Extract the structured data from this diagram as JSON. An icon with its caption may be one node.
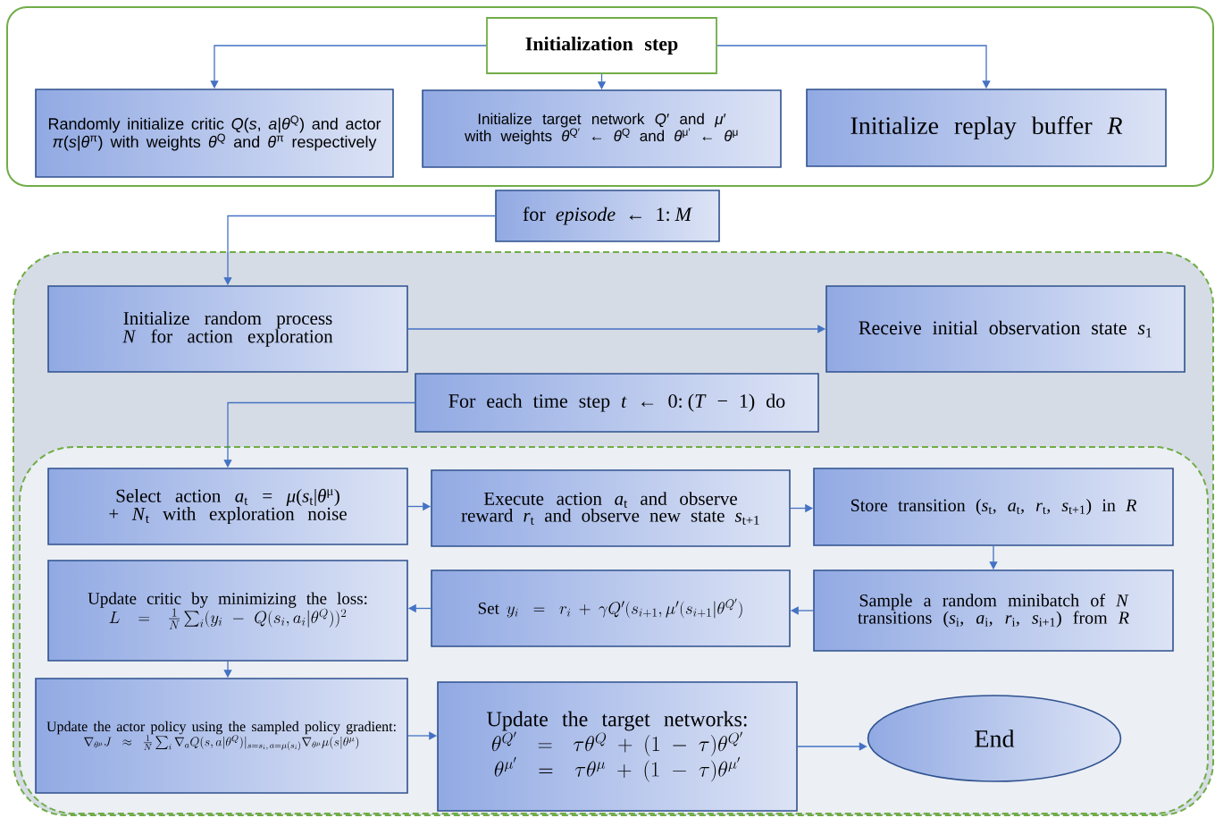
{
  "diagram": {
    "nodes": [
      {
        "text": [],
        "shape": "box"
      },
      {
        "text": [
          "Initialization step"
        ],
        "in": 0
      },
      {
        "text": [
          "Randomly initialize critic *Q*(*s*, *a*|*θ*$^{Q}$) and actor *π*(*s*|*θ*$^{π}$) with weights *θ*$^{Q}$ and *θ*$^{π}$ respectively"
        ],
        "in": 0
      },
      {
        "text": [
          "Initialize target network *Q*′ and *μ*′ with weights *θ*$^{Q′}$ ← *θ*$^{Q}$ and *θ*$^{μ′}$ ← *θ*$^{μ}$"
        ],
        "in": 0
      },
      {
        "text": [
          "Initialize replay buffer *R*"
        ],
        "in": 0
      },
      {
        "text": [
          "for *episode* ← 1: *M*"
        ]
      },
      {
        "text": [],
        "shape": "box"
      },
      {
        "text": [
          "Initialize random process *N* for action exploration"
        ],
        "in": 6
      },
      {
        "text": [
          "Receive initial observation state *s*$_{1}$"
        ],
        "in": 6
      },
      {
        "text": [
          "For each time step  *t* ← 0: (*T* − 1) do"
        ],
        "in": 6
      },
      {
        "text": [],
        "shape": "box",
        "in": 6
      },
      {
        "text": [
          "Select action *a*$_{t}$ = *μ*(*s*$_{t}$|*θ*$^{μ}$) + *N*$_{t}$ with exploration noise"
        ],
        "in": 10
      },
      {
        "text": [
          "Execute action *a*$_{t}$ and observe reward *r*$_{t}$ and observe new state *s*$_{t+1}$"
        ],
        "in": 10
      },
      {
        "text": [
          "Store transition (*s*$_{t}$, *a*$_{t}$, *r*$_{t}$, *s*$_{t+1}$) in *R*"
        ],
        "in": 10
      },
      {
        "text": [
          "Update critic by minimizing the loss:",
          "L = \\frac{1}{N}\\sum_i (y_i - Q(s_i,a_i|\\theta^{Q}))^2"
        ],
        "in": 10
      },
      {
        "text": [
          "\\text{Set } y_i = r_i + \\gamma Q'(s_{i+1},\\mu'(s_{i+1}|\\theta^{Q'})"
        ],
        "in": 10
      },
      {
        "text": [
          "Sample a random minibatch of *N* transitions (*s*$_{i}$, *a*$_{i}$, *r*$_{i}$, *s*$_{i+1}$) from *R*"
        ],
        "in": 10
      },
      {
        "text": [
          "Update the actor policy using the sampled policy gradient:",
          "\\nabla_{\\theta^{\\mu}} J \\approx \\frac{1}{N}\\sum_i \\nabla_a Q(s,a|\\theta^{Q})|_{s=s_i,\\, a=\\mu(s_i)} \\nabla_{\\theta^{\\mu}} \\mu(s|\\theta^{\\mu})"
        ],
        "in": 10
      },
      {
        "text": [
          "Update the target networks:",
          "\\theta^{Q'} = \\tau\\theta^{Q} + (1-\\tau)\\theta^{Q'}",
          "\\theta^{\\mu'} = \\tau\\theta^{\\mu} + (1-\\tau)\\theta^{\\mu'}"
        ],
        "in": 10
      },
      {
        "text": [
          "End"
        ],
        "in": 10
      }
    ],
    "edges": [
      {
        "from": 1,
        "to": 2,
        "arrow": "to"
      },
      {
        "from": 1,
        "to": 3,
        "arrow": "to"
      },
      {
        "from": 1,
        "to": 4,
        "arrow": "to"
      },
      {
        "from": 5,
        "to": 7,
        "arrow": "to"
      },
      {
        "from": 7,
        "to": 8,
        "arrow": "to"
      },
      {
        "from": 9,
        "to": 11,
        "arrow": "to"
      },
      {
        "from": 11,
        "to": 12,
        "arrow": "to"
      },
      {
        "from": 12,
        "to": 13,
        "arrow": "to"
      },
      {
        "from": 13,
        "to": 16,
        "arrow": "to"
      },
      {
        "from": 16,
        "to": 15,
        "arrow": "to"
      },
      {
        "from": 15,
        "to": 14,
        "arrow": "to"
      },
      {
        "from": 14,
        "to": 17,
        "arrow": "to"
      },
      {
        "from": 17,
        "to": 18,
        "arrow": "to"
      },
      {
        "from": 18,
        "to": 19,
        "arrow": "to"
      }
    ]
  }
}
